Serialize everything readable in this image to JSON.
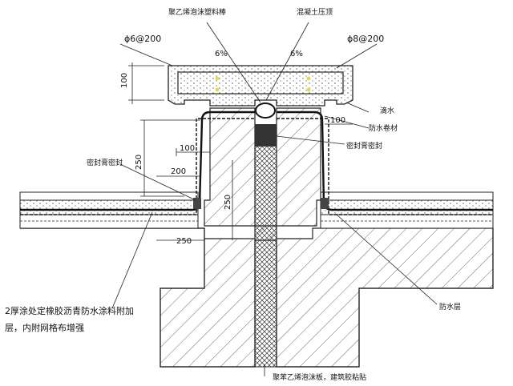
{
  "labels": {
    "top_left": "聚乙烯泡沫塑料棒",
    "top_right": "混凝土压顶",
    "rebar_left": "ϕ6@200",
    "rebar_right": "ϕ8@200",
    "slope_left": "6%",
    "slope_right": "6%",
    "drip": "滴水",
    "membrane": "防水卷材",
    "sealant_right": "密封膏密封",
    "sealant_left": "密封膏密封",
    "waterproof_layer": "防水层",
    "coating_note_line1": "2厚涂处定橡胶沥青防水涂料附加",
    "coating_note_line2": "层，内附网格布增强",
    "bottom_note": "聚苯乙烯泡沫板，建筑胶粘贴"
  },
  "dimensions": {
    "cap_height": "100",
    "right_100": "100",
    "left_100": "100",
    "vert_250_left": "250",
    "horiz_200": "200",
    "vert_250_center": "250",
    "horiz_250": "250"
  }
}
